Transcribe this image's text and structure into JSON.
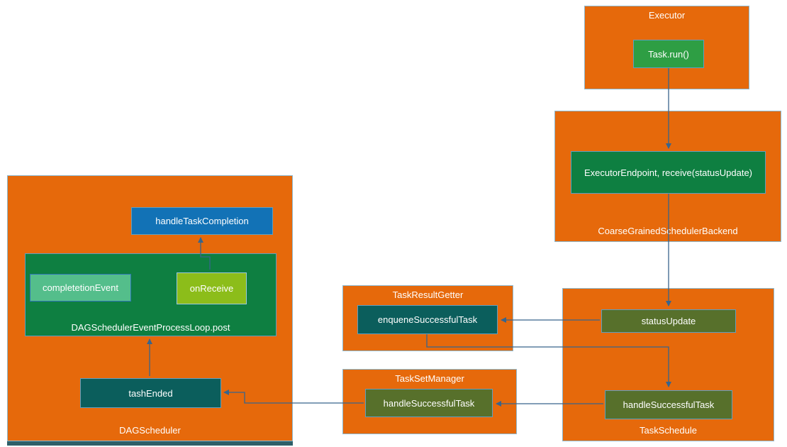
{
  "diagram": {
    "executor": {
      "title": "Executor",
      "method": "Task.run()"
    },
    "scheduler_backend": {
      "title": "CoarseGrainedSchedulerBackend",
      "method": "ExecutorEndpoint, receive(statusUpdate)"
    },
    "task_result_getter": {
      "title": "TaskResultGetter",
      "method": "enqueneSuccessfulTask"
    },
    "task_set_manager": {
      "title": "TaskSetManager",
      "method": "handleSuccessfulTask"
    },
    "task_schedule": {
      "title": "TaskSchedule",
      "status_update": "statusUpdate",
      "handle_successful_task": "handleSuccessfulTask"
    },
    "dag_scheduler": {
      "title": "DAGScheduler",
      "handle_task_completion": "handleTaskCompletion",
      "event_loop": "DAGSchedulerEventProcessLoop.post",
      "completion_event": "completetionEvent",
      "on_receive": "onReceive",
      "task_ended": "tashEnded"
    }
  },
  "colors": {
    "group_fill": "#e6690b",
    "group_border": "#8cb8cf",
    "method_green": "#2e9e44",
    "dark_green": "#0e7f41",
    "teal": "#0b5e5c",
    "olive": "#57702b",
    "blue": "#1272b6",
    "light_green": "#54be8b",
    "yellow_green": "#8cbd1a",
    "connector": "#38648c",
    "bottom_bar": "#2e5f68"
  }
}
